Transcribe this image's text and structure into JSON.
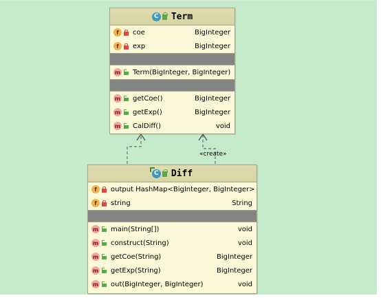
{
  "term": {
    "name": "Term",
    "icon": "C",
    "fields": [
      {
        "name": "coe",
        "type": "BigInteger",
        "badge": "f"
      },
      {
        "name": "exp",
        "type": "BigInteger",
        "badge": "f"
      }
    ],
    "constructors": [
      {
        "name": "Term(BigInteger, BigInteger)",
        "type": "",
        "badge": "m"
      }
    ],
    "methods": [
      {
        "name": "getCoe()",
        "type": "BigInteger",
        "badge": "m"
      },
      {
        "name": "getExp()",
        "type": "BigInteger",
        "badge": "m"
      },
      {
        "name": "CalDiff()",
        "type": "void",
        "badge": "m"
      }
    ]
  },
  "diff": {
    "name": "Diff",
    "icon": "C",
    "fields": [
      {
        "name": "output  HashMap<BigInteger, BigInteger>",
        "type": "",
        "badge": "f"
      },
      {
        "name": "string",
        "type": "String",
        "badge": "f"
      }
    ],
    "methods": [
      {
        "name": "main(String[])",
        "type": "void",
        "badge": "m"
      },
      {
        "name": "construct(String)",
        "type": "void",
        "badge": "m"
      },
      {
        "name": "getCoe(String)",
        "type": "BigInteger",
        "badge": "m"
      },
      {
        "name": "getExp(String)",
        "type": "BigInteger",
        "badge": "m"
      },
      {
        "name": "out(BigInteger, BigInteger)",
        "type": "void",
        "badge": "m"
      }
    ]
  },
  "relation": {
    "create_label": "«create»"
  },
  "colors": {
    "background": "#c6ebcb",
    "class_fill": "#fcf9d8",
    "header_fill": "#d8d4a4",
    "divider": "#858585",
    "field_badge": "#f3b04e",
    "method_badge": "#f3a5a2",
    "class_icon": "#3a99c2"
  }
}
